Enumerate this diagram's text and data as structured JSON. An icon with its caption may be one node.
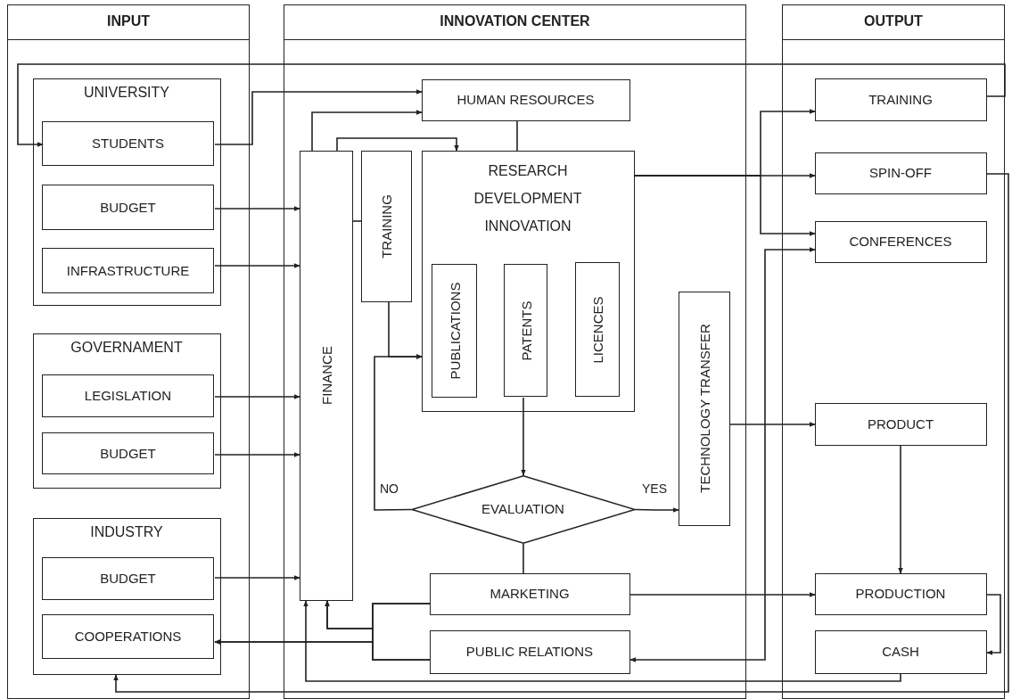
{
  "diagram": {
    "nodes": [
      {
        "text": [
          "INPUT"
        ]
      },
      {
        "text": [
          "UNIVERSITY"
        ],
        "in": 0
      },
      {
        "text": [
          "STUDENTS"
        ],
        "in": 1
      },
      {
        "text": [
          "BUDGET"
        ],
        "in": 1
      },
      {
        "text": [
          "INFRASTRUCTURE"
        ],
        "in": 1
      },
      {
        "text": [
          "GOVERNAMENT"
        ],
        "in": 0
      },
      {
        "text": [
          "LEGISLATION"
        ],
        "in": 5
      },
      {
        "text": [
          "BUDGET"
        ],
        "in": 5
      },
      {
        "text": [
          "INDUSTRY"
        ],
        "in": 0
      },
      {
        "text": [
          "BUDGET"
        ],
        "in": 8
      },
      {
        "text": [
          "COOPERATIONS"
        ],
        "in": 8
      },
      {
        "text": [
          "INNOVATION CENTER"
        ]
      },
      {
        "text": [
          "HUMAN RESOURCES"
        ],
        "in": 11
      },
      {
        "text": [
          "FINANCE"
        ],
        "in": 11
      },
      {
        "text": [
          "TRAINING"
        ],
        "in": 11
      },
      {
        "text": [
          "RESEARCH DEVELOPMENT INNOVATION"
        ],
        "in": 11
      },
      {
        "text": [
          "PUBLICATIONS"
        ],
        "in": 15
      },
      {
        "text": [
          "PATENTS"
        ],
        "in": 15
      },
      {
        "text": [
          "LICENCES"
        ],
        "in": 15
      },
      {
        "text": [
          "EVALUATION"
        ],
        "in": 11
      },
      {
        "text": [
          "TECHNOLOGY TRANSFER"
        ],
        "in": 11
      },
      {
        "text": [
          "MARKETING"
        ],
        "in": 11
      },
      {
        "text": [
          "PUBLIC RELATIONS"
        ],
        "in": 11
      },
      {
        "text": [
          "OUTPUT"
        ]
      },
      {
        "text": [
          "TRAINING"
        ],
        "in": 23
      },
      {
        "text": [
          "SPIN-OFF"
        ],
        "in": 23
      },
      {
        "text": [
          "CONFERENCES"
        ],
        "in": 23
      },
      {
        "text": [
          "PRODUCT"
        ],
        "in": 23
      },
      {
        "text": [
          "PRODUCTION"
        ],
        "in": 23
      },
      {
        "text": [
          "CASH"
        ],
        "in": 23
      }
    ],
    "edges": [
      {
        "from": 24,
        "to": 2,
        "arrow": "to"
      },
      {
        "from": 2,
        "to": 12,
        "arrow": "to"
      },
      {
        "from": 13,
        "to": 12,
        "arrow": "to"
      },
      {
        "from": 13,
        "to": 15,
        "arrow": "to"
      },
      {
        "from": 12,
        "to": 15,
        "arrow": "none"
      },
      {
        "from": 3,
        "to": 13,
        "arrow": "to"
      },
      {
        "from": 4,
        "to": 13,
        "arrow": "to"
      },
      {
        "from": 6,
        "to": 13,
        "arrow": "to"
      },
      {
        "from": 7,
        "to": 13,
        "arrow": "to"
      },
      {
        "from": 9,
        "to": 13,
        "arrow": "to"
      },
      {
        "from": 13,
        "to": 14,
        "arrow": "none"
      },
      {
        "from": 14,
        "to": 15,
        "arrow": "to"
      },
      {
        "from": 19,
        "to": 15,
        "arrow": "to",
        "label": "NO"
      },
      {
        "from": 17,
        "to": 19,
        "arrow": "to"
      },
      {
        "from": 19,
        "to": 20,
        "arrow": "to",
        "label": "YES"
      },
      {
        "from": 19,
        "to": 21,
        "arrow": "none"
      },
      {
        "from": 20,
        "to": 27,
        "arrow": "to"
      },
      {
        "from": 15,
        "to": 24,
        "arrow": "to"
      },
      {
        "from": 15,
        "to": 25,
        "arrow": "to"
      },
      {
        "from": 15,
        "to": 26,
        "arrow": "to"
      },
      {
        "from": 22,
        "to": 26,
        "arrow": "both"
      },
      {
        "from": 27,
        "to": 28,
        "arrow": "to"
      },
      {
        "from": 21,
        "to": 28,
        "arrow": "to"
      },
      {
        "from": 28,
        "to": 29,
        "arrow": "to"
      },
      {
        "from": 29,
        "to": 13,
        "arrow": "to"
      },
      {
        "from": 25,
        "to": 8,
        "arrow": "to"
      },
      {
        "from": 21,
        "to": 13,
        "arrow": "to"
      },
      {
        "from": 22,
        "to": 13,
        "arrow": "to"
      },
      {
        "from": 21,
        "to": 10,
        "arrow": "to"
      },
      {
        "from": 22,
        "to": 10,
        "arrow": "to"
      }
    ]
  }
}
